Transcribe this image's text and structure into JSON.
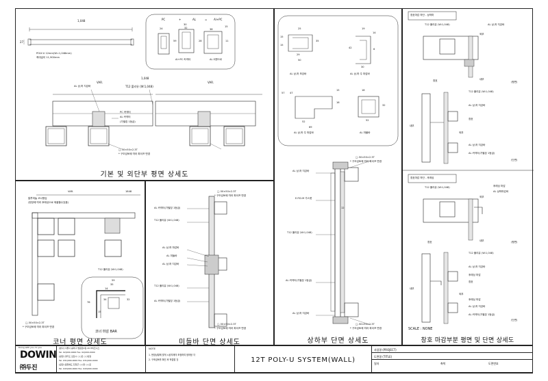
{
  "panels": {
    "basic": {
      "caption": "기본 및 외단부 평면 상세도",
      "dim_top": "1,048",
      "dim_27": "27",
      "poly_note_1": "POLY-U 12mm(W=1,048mm)",
      "poly_note_2": "최대길이 11,900mm",
      "pc_header_pc": "PC",
      "pc_header_plus1": "+",
      "pc_header_al": "AL",
      "pc_header_eq": "=",
      "pc_header_alpc": "Al+PC",
      "dim_30": "30",
      "dim_15": "15",
      "dim_24": "24",
      "dim_32": "32",
      "dim_59": "59",
      "dim_28": "28",
      "dim_38": "38",
      "dim_11": "11",
      "label_connector": "Al+PC 커넥터",
      "label_endbar": "AL E엔드바",
      "var_left": "VAR.",
      "dim_mid": "1,048",
      "var_right": "VAR.",
      "note_al_bar": "AL 상,하 지강바",
      "note_t12": "T12 폴리유 (W:1,048)",
      "note_pc": "PC 커넥터",
      "note_alconn": "AL 커넥터",
      "note_gasket": "(가필징 1등급)",
      "note_beam_1": "□-50×50×2.3T",
      "note_beam_2": "* 구조검토에 따라 파이프 변경"
    },
    "section_parts": {
      "dim_25": "25",
      "dim_15a": "15",
      "dim_15b": "15",
      "dim_35": "35",
      "dim_29": "29",
      "dim_50": "50",
      "dim_19": "19",
      "dim_14": "14",
      "dim_42": "42",
      "dim_6": "6",
      "dim_30": "30",
      "label_top_frame": "AL 상,하 보강바",
      "label_top_finish": "AL 상,하 주 마감바",
      "dim_57": "57",
      "dim_47": "47",
      "dim_15c": "15",
      "dim_16": "16",
      "dim_52": "52",
      "dim_69": "69",
      "dim_18": "18",
      "dim_32": "32",
      "dim_52b": "52",
      "label_main_finish": "AL 상,하 주 마감바",
      "label_drain": "AL 마물바",
      "caption": "상하부 단면 상세도",
      "note_beam_1": "□-50×50×2.3T",
      "note_beam_2": "* 구조검토에 따라 파이프 변경",
      "note_al_bar": "AL 상,하 지강바",
      "note_epdm": "E.P.D.M 가스켓",
      "note_t12": "T12 폴리유 (W:1,048)",
      "note_gasket": "AL 커넥터(가필징 1등급)",
      "note_beam_3": "□-50×50×2.3T",
      "note_beam_4": "* 구조검토에 따라 파이프 변경",
      "dim_12": "12"
    },
    "corner": {
      "caption": "코너 평면 상세도",
      "var": "VAR.",
      "dim": "1848",
      "note1": "알루미늄 코너형임",
      "note2": "(현장에 따라 후레싱으로 제출할수있음)",
      "note_t12": "T12 폴리유 (W:1,048)",
      "note_beam_1": "□-50×50×2.3T",
      "note_beam_2": "* 구조검토에 따라 파이프 변경",
      "bar_caption": "코너 마감 BAR",
      "d59": "59",
      "d35": "35",
      "d14": "14",
      "d32": "32",
      "d34": "34",
      "d76": "76",
      "d15": "15"
    },
    "mid": {
      "caption": "미들바 단면 상세도",
      "note_beam_1": "□-50×50×2.3T",
      "note_beam_2": "* 구조검토에 따라 파이프 변경",
      "note_conn": "AL 커넥터(가필징 1등급)",
      "note_t12a": "T12 폴리유 (W:1,048)",
      "note_finish": "AL 상,하 마감바",
      "note_mid": "AL 미들바",
      "note_frame": "AL 상,하 지강바",
      "note_t12b": "T12 폴리유 (W:1,048)",
      "note_conn2": "AL 커넥터(가필징 1등급)",
      "note_beam_3": "□-50×50×2.3T",
      "note_beam_4": "* 구조검토에 따라 파이프 변경"
    },
    "window": {
      "caption": "창호 마감부분 평면 및 단면 상세도",
      "sub1": "창호마감 하단 - 상하마",
      "t12_1": "T12 폴리유 (W:1,048)",
      "al_bar_1": "AL 상,하 지강바",
      "outside_1": "외부",
      "window_1": "창호",
      "inside_1": "내부",
      "tag_plan_1": "(평면)",
      "t12_2": "T12 폴리유 (W:1,048)",
      "al_frame_2": "AL 상,하 지강바",
      "window_2": "창호",
      "inside_2": "내부",
      "outside_2": "외부",
      "al_bar_2": "AL 상,하 지강바",
      "conn_2": "AL 커넥터(가필징 1등급)",
      "tag_section_1": "(단면)",
      "sub2": "창호마감 하단 - 후레싱",
      "t12_3": "T12 폴리유 (W:1,048)",
      "flash_3": "후레싱 마감",
      "al_bar_3": "AL 상하마감바",
      "outside_3": "외부",
      "window_3": "창호",
      "inside_3": "내부",
      "tag_plan_2": "(평면)",
      "t12_4": "T12 폴리유 (W:1,048)",
      "al_frame_4": "AL 상,하 지강바",
      "flash_4": "후레싱 마감",
      "window_4": "창호",
      "inside_4": "내부",
      "outside_4": "외부",
      "flash_5": "후레싱 마감",
      "al_bar_5": "AL 상,하 지강바",
      "conn_5": "AL 커넥터(가필징 1등급)",
      "tag_section_2": "(단면)",
      "scale": "SCALE : NONE"
    }
  },
  "titleblock": {
    "logo": "DOWIN",
    "logo_sub": "㈜두진",
    "tagline": "Doing with you, to you",
    "company_lines": [
      "[본사] 서울시 송파구 법원로9길 26 H비즈니스",
      "Tel. 02)000-0000  Fax. 02)000-0000",
      "[공장] 경기도 김포시 ○○로 ○○번길",
      "Tel. 031)000-0000  Fax. 031)000-0000",
      "[공장] 충청북도 진천군 ○○면 ○○로",
      "Tel. 043)000-0000  Fax. 043)000-0000"
    ],
    "note_label": "NOTE",
    "note_1": "1. 현장상황에 맞게 시공자재의 조정하여 정하정 각",
    "note_2": "2. 구조검토를 확인 후 작업할 것",
    "title": "12T POLY-U SYSTEM(WALL)",
    "row_project": "사업명 (PROJECT)",
    "row_title": "도면명 (TITLE)",
    "row_date": "일자",
    "row_scale": "축척",
    "row_drawing_no": "도면번호"
  }
}
